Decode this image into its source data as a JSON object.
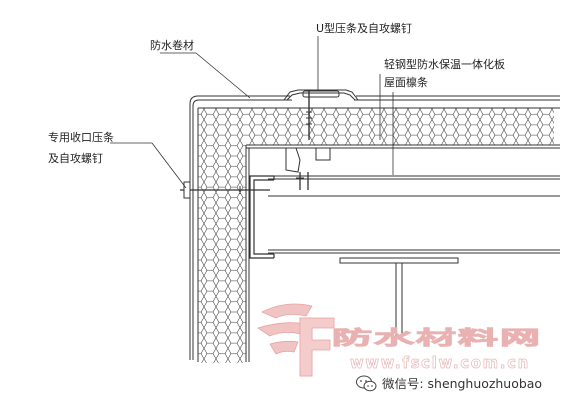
{
  "labels": {
    "waterproof_membrane": "防水卷材",
    "u_strip_screw": "U型压条及自攻螺钉",
    "panel_line1": "轻钢型防水保温一体化板",
    "panel_line2": "屋面檩条",
    "edge_strip_line1": "专用收口压条",
    "edge_strip_line2": "及自攻螺钉"
  },
  "watermark": {
    "site_name": "防水材料网",
    "site_url": "www.fsclw.com.cn",
    "wechat": "微信号: shenghuozhuobao"
  },
  "colors": {
    "line": "#333333",
    "watermark": "#e9a3a3"
  }
}
